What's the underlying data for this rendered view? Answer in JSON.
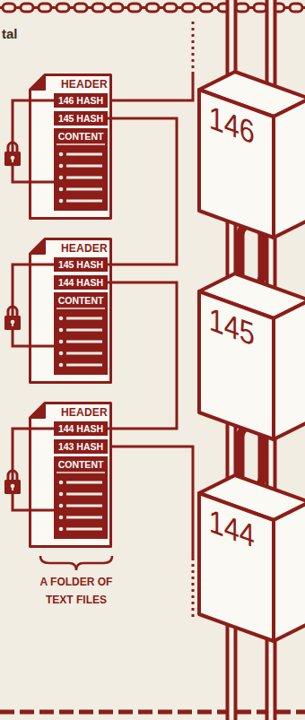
{
  "diagram": {
    "nodes": [
      {
        "text": [
          "HEADER"
        ]
      },
      {
        "text": [
          "146 HASH"
        ],
        "in": 0
      },
      {
        "text": [
          "145 HASH"
        ],
        "in": 0
      },
      {
        "text": [
          "CONTENT"
        ],
        "in": 0
      },
      {
        "text": [
          "HEADER"
        ]
      },
      {
        "text": [
          "145 HASH"
        ],
        "in": 4
      },
      {
        "text": [
          "144 HASH"
        ],
        "in": 4
      },
      {
        "text": [
          "CONTENT"
        ],
        "in": 4
      },
      {
        "text": [
          "HEADER"
        ]
      },
      {
        "text": [
          "144 HASH"
        ],
        "in": 8
      },
      {
        "text": [
          "143 HASH"
        ],
        "in": 8
      },
      {
        "text": [
          "CONTENT"
        ],
        "in": 8
      },
      {
        "text": [
          "146"
        ]
      },
      {
        "text": [
          "145"
        ]
      },
      {
        "text": [
          "144"
        ]
      }
    ],
    "edges": [
      {
        "from": 1,
        "to": 3,
        "arrow": "none"
      },
      {
        "from": 2,
        "to": 5,
        "arrow": "none"
      },
      {
        "from": 5,
        "to": 7,
        "arrow": "none"
      },
      {
        "from": 6,
        "to": 9,
        "arrow": "none"
      },
      {
        "from": 9,
        "to": 11,
        "arrow": "none"
      }
    ],
    "labels": [
      "tal",
      "A FOLDER OF TEXT FILES"
    ]
  }
}
